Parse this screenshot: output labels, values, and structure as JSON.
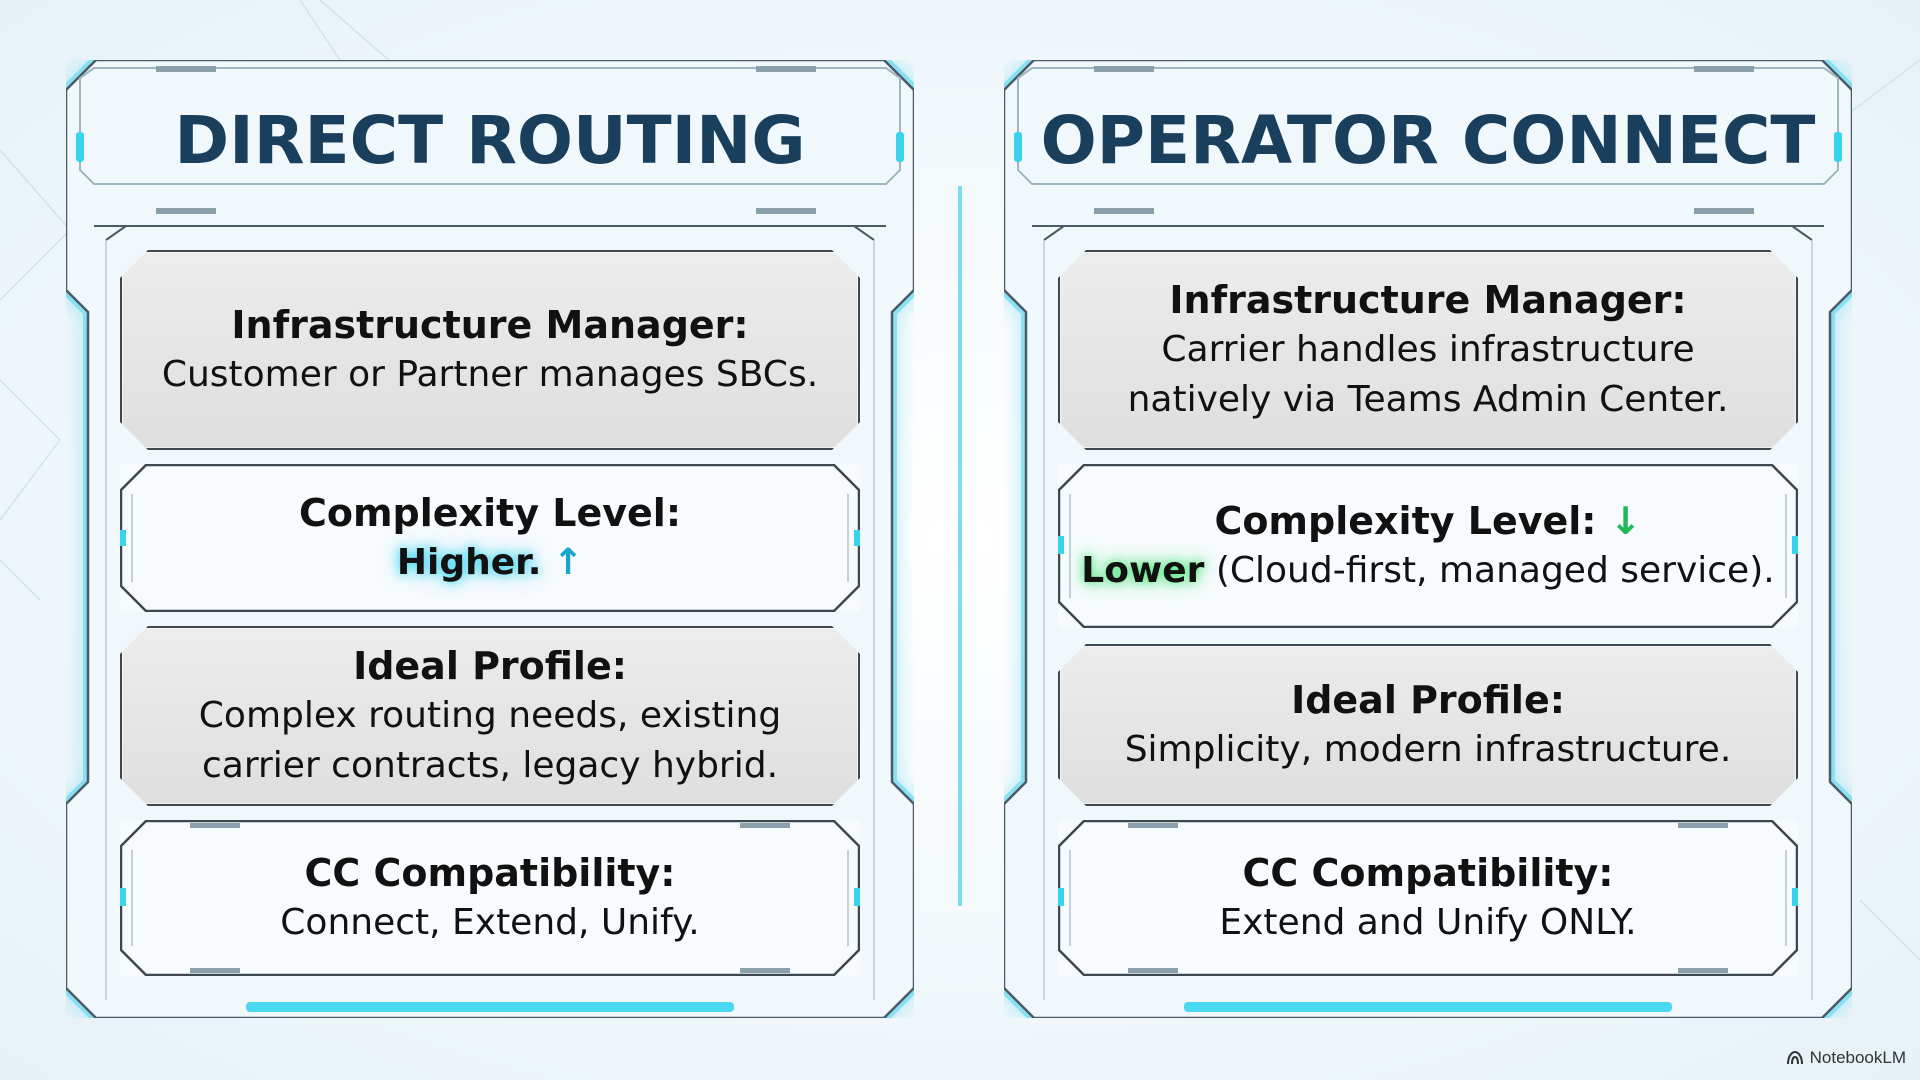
{
  "left_panel": {
    "title": "DIRECT ROUTING",
    "infra": {
      "label": "Infrastructure Manager:",
      "value": "Customer or Partner manages SBCs."
    },
    "complexity": {
      "label": "Complexity Level:",
      "value": "Higher.",
      "arrow": "↑"
    },
    "profile": {
      "label": "Ideal Profile:",
      "value_line1": "Complex routing needs, existing",
      "value_line2": "carrier contracts, legacy hybrid."
    },
    "cc": {
      "label": "CC Compatibility:",
      "value": "Connect, Extend, Unify."
    }
  },
  "right_panel": {
    "title": "OPERATOR CONNECT",
    "infra": {
      "label": "Infrastructure Manager:",
      "value_line1": "Carrier handles infrastructure",
      "value_line2": "natively via Teams Admin Center."
    },
    "complexity": {
      "label": "Complexity Level:",
      "arrow": "↓",
      "value_highlight": "Lower",
      "value_rest": " (Cloud-first, managed service)."
    },
    "profile": {
      "label": "Ideal Profile:",
      "value": "Simplicity, modern infrastructure."
    },
    "cc": {
      "label": "CC Compatibility:",
      "value": "Extend and Unify ONLY."
    }
  },
  "watermark": {
    "text": "NotebookLM",
    "icon": "notebooklm-logo-icon"
  },
  "colors": {
    "title": "#1a3f5c",
    "frame_glow": "#38d4ef",
    "frame_stroke": "#4a5a66",
    "highlight_blue": "#28d2f0",
    "highlight_green": "#3ce66e",
    "arrow_up": "#1aa6c8",
    "arrow_down": "#22b85a"
  }
}
